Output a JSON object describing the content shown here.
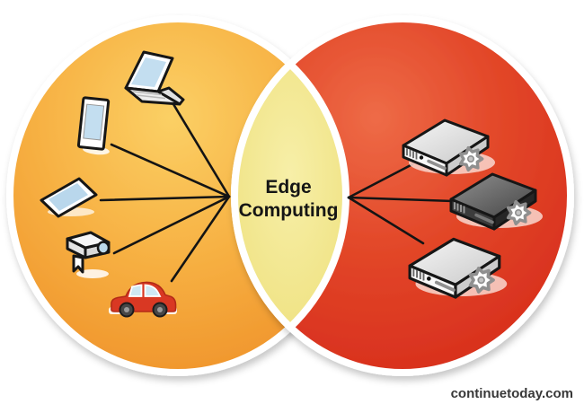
{
  "title": {
    "line1": "Edge",
    "line2": "Computing"
  },
  "watermark": "continuetoday.com",
  "colors": {
    "left_circle_outer": "#ee8d25",
    "left_circle_highlight": "#fbd065",
    "right_circle_outer": "#d5291a",
    "right_circle_highlight": "#ee6b47",
    "overlap_fill": "#eee07c",
    "overlap_highlight": "#f7efa8",
    "circle_border": "#ffffff",
    "connector_line": "#141414"
  },
  "diagram": {
    "type": "venn",
    "center_label": "Edge Computing",
    "left_set_items": [
      "laptop",
      "smartphone",
      "tablet",
      "security-camera",
      "car"
    ],
    "right_set_items": [
      "server",
      "server-dark",
      "server"
    ],
    "left_connection_count": 5,
    "right_connection_count": 3
  }
}
